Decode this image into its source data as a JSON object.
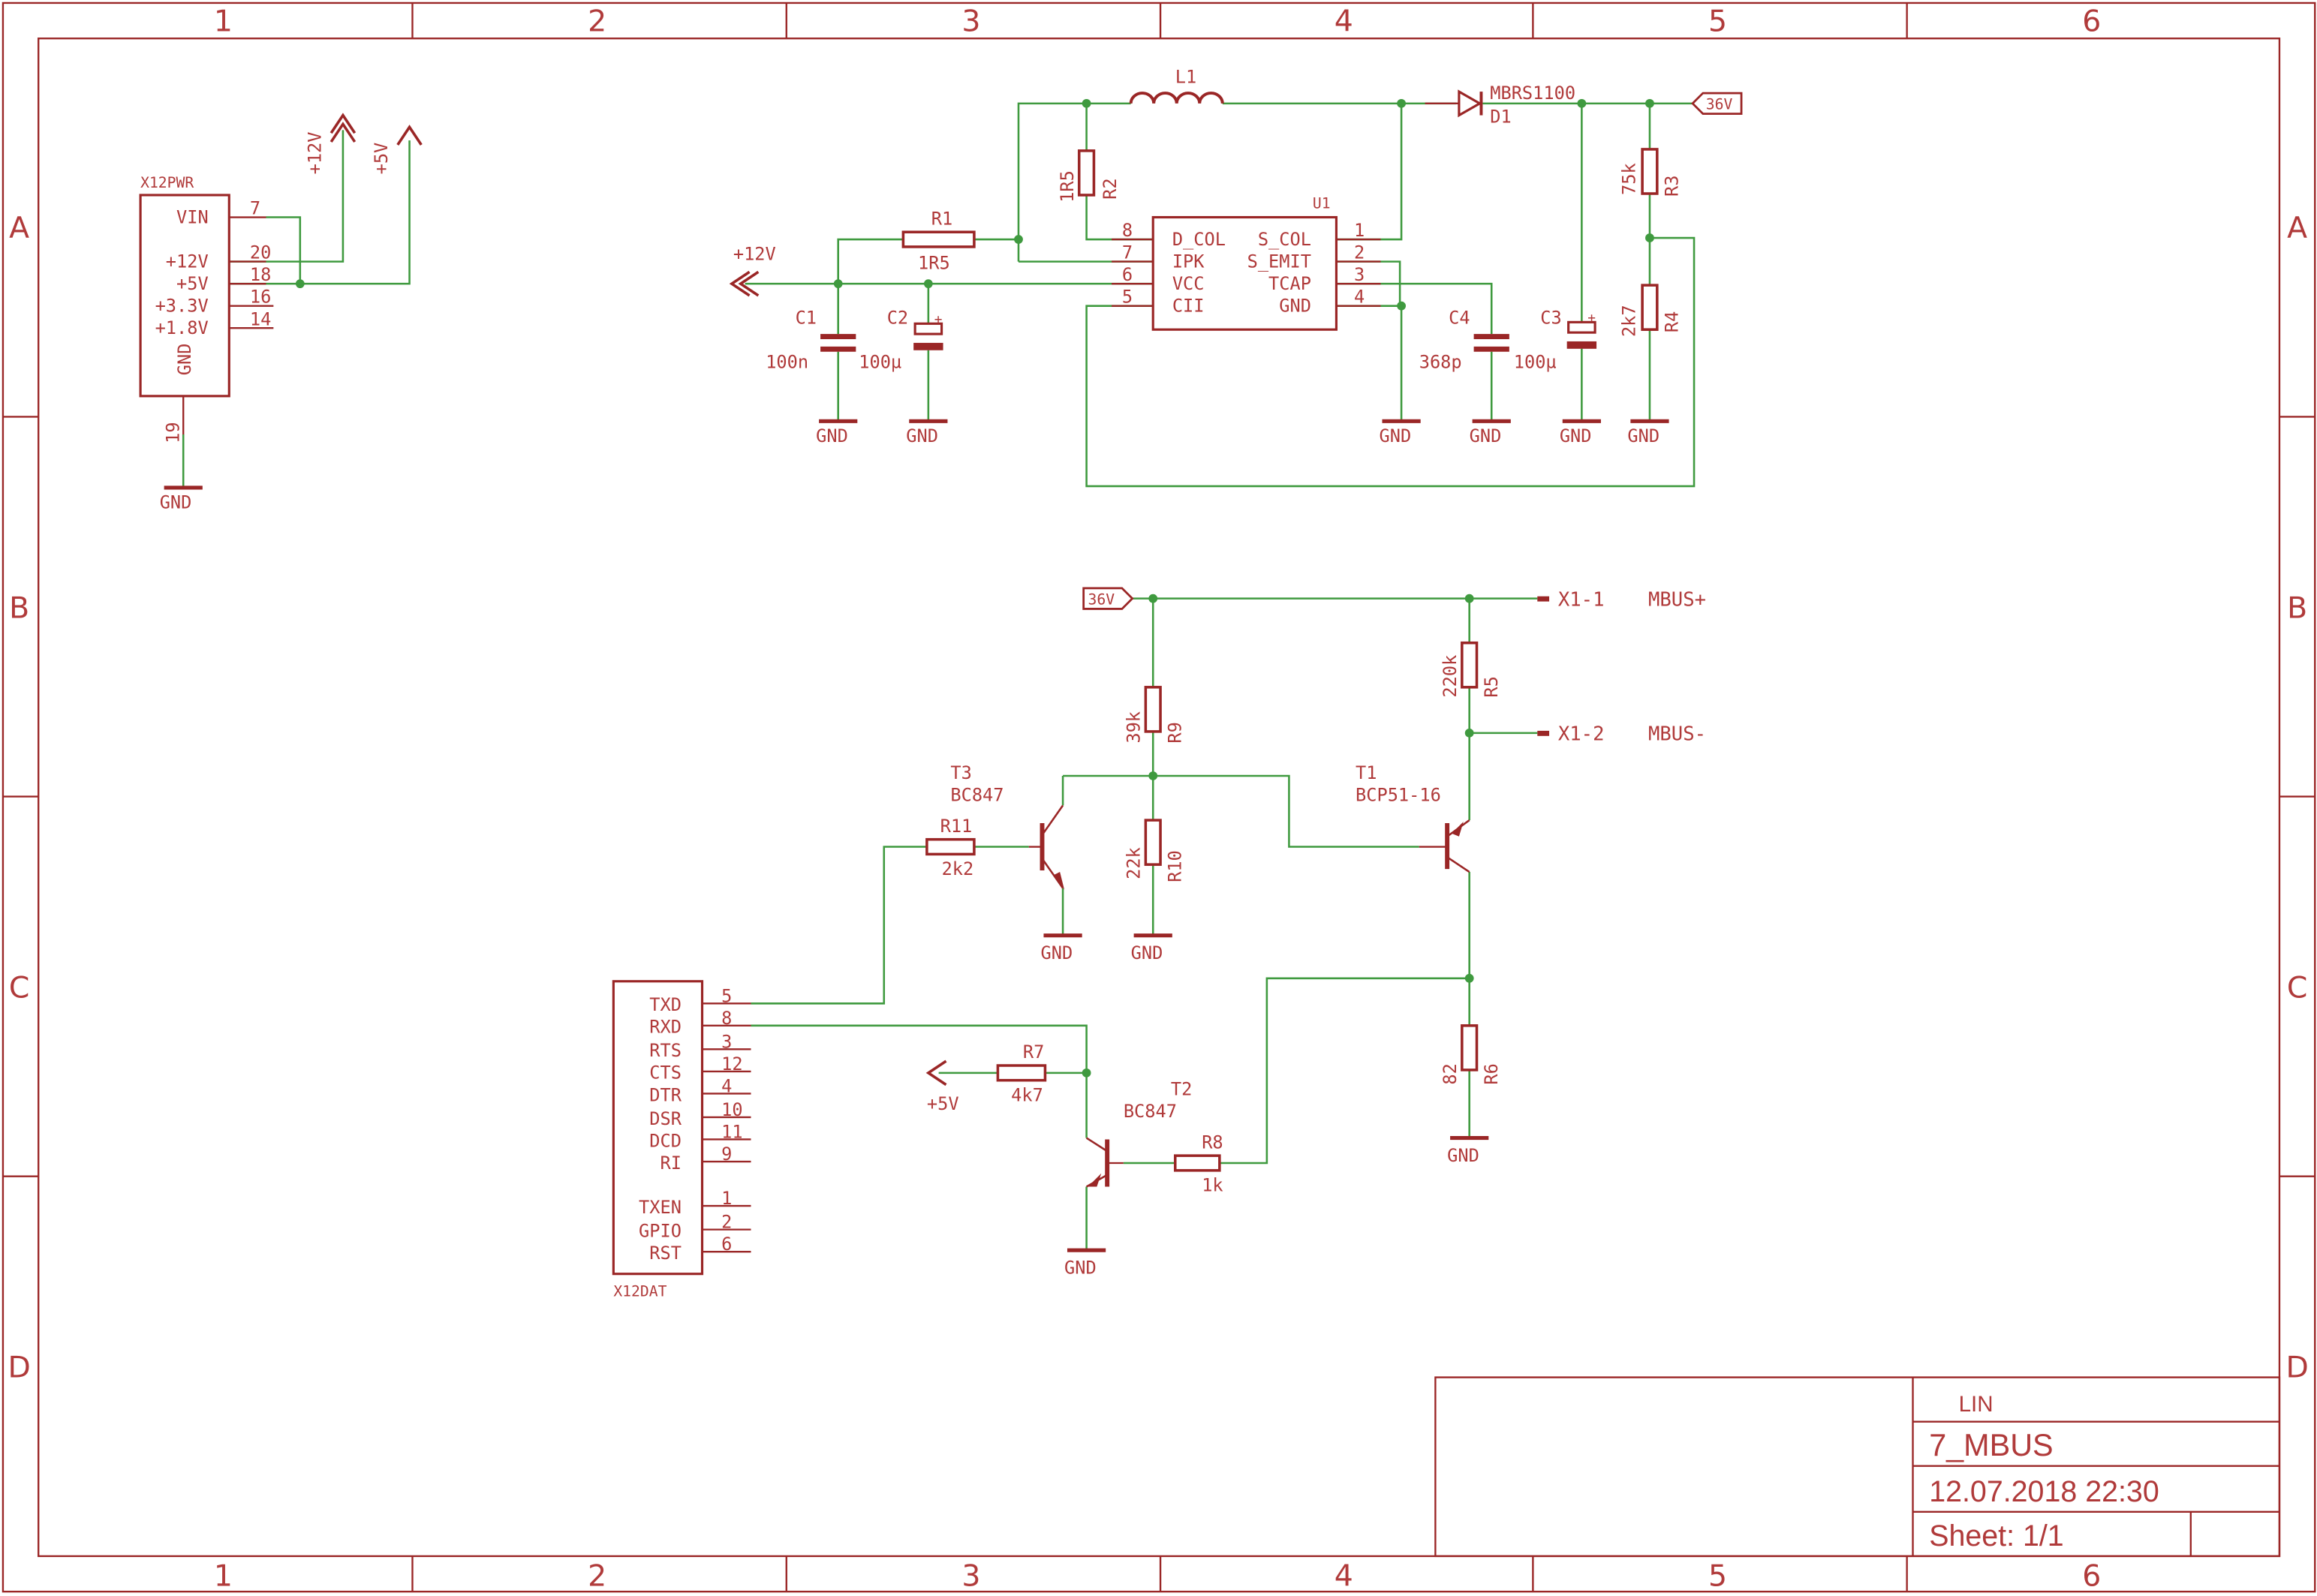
{
  "colors": {
    "symbol": "#9a2626",
    "text": "#b03a3a",
    "wire": "#3f9a3f",
    "junction": "#3f9a3f",
    "background": "#ffffff"
  },
  "frame": {
    "columns": [
      "1",
      "2",
      "3",
      "4",
      "5",
      "6"
    ],
    "rows": [
      "A",
      "B",
      "C",
      "D"
    ]
  },
  "title_block": {
    "company": "LIN",
    "drawing": "7_MBUS",
    "datetime": "12.07.2018 22:30",
    "sheet": "Sheet: 1/1"
  },
  "x12pwr": {
    "name": "X12PWR",
    "pins": [
      {
        "label": "VIN",
        "num": "7"
      },
      {
        "label": "+12V",
        "num": "20"
      },
      {
        "label": "+5V",
        "num": "18"
      },
      {
        "label": "+3.3V",
        "num": "16"
      },
      {
        "label": "+1.8V",
        "num": "14"
      }
    ],
    "gnd_label": "GND",
    "gnd_pin": "19"
  },
  "x12dat": {
    "name": "X12DAT",
    "pins": [
      {
        "label": "TXD",
        "num": "5"
      },
      {
        "label": "RXD",
        "num": "8"
      },
      {
        "label": "RTS",
        "num": "3"
      },
      {
        "label": "CTS",
        "num": "12"
      },
      {
        "label": "DTR",
        "num": "4"
      },
      {
        "label": "DSR",
        "num": "10"
      },
      {
        "label": "DCD",
        "num": "11"
      },
      {
        "label": "RI",
        "num": "9"
      },
      {
        "label": "TXEN",
        "num": "1"
      },
      {
        "label": "GPIO",
        "num": "2"
      },
      {
        "label": "RST",
        "num": "6"
      }
    ]
  },
  "u1": {
    "name": "U1",
    "left_pins": [
      {
        "label": "D_COL",
        "num": "8"
      },
      {
        "label": "IPK",
        "num": "7"
      },
      {
        "label": "VCC",
        "num": "6"
      },
      {
        "label": "CII",
        "num": "5"
      }
    ],
    "right_pins": [
      {
        "label": "S_COL",
        "num": "1"
      },
      {
        "label": "S_EMIT",
        "num": "2"
      },
      {
        "label": "TCAP",
        "num": "3"
      },
      {
        "label": "GND",
        "num": "4"
      }
    ]
  },
  "power": {
    "p12v": "+12V",
    "p5v": "+5V",
    "v36": "36V",
    "gnd": "GND"
  },
  "components": {
    "L1": {
      "name": "L1"
    },
    "D1": {
      "name": "D1",
      "value": "MBRS1100"
    },
    "R1": {
      "name": "R1",
      "value": "1R5"
    },
    "R2": {
      "name": "R2",
      "value": "1R5"
    },
    "R3": {
      "name": "R3",
      "value": "75k"
    },
    "R4": {
      "name": "R4",
      "value": "2k7"
    },
    "R5": {
      "name": "R5",
      "value": "220k"
    },
    "R6": {
      "name": "R6",
      "value": "82"
    },
    "R7": {
      "name": "R7",
      "value": "4k7"
    },
    "R8": {
      "name": "R8",
      "value": "1k"
    },
    "R9": {
      "name": "R9",
      "value": "39k"
    },
    "R10": {
      "name": "R10",
      "value": "22k"
    },
    "R11": {
      "name": "R11",
      "value": "2k2"
    },
    "C1": {
      "name": "C1",
      "value": "100n"
    },
    "C2": {
      "name": "C2",
      "value": "100µ"
    },
    "C3": {
      "name": "C3",
      "value": "100µ"
    },
    "C4": {
      "name": "C4",
      "value": "368p"
    },
    "T1": {
      "name": "T1",
      "value": "BCP51-16"
    },
    "T2": {
      "name": "T2",
      "value": "BC847"
    },
    "T3": {
      "name": "T3",
      "value": "BC847"
    },
    "X1": {
      "pin1": "X1-1",
      "pin2": "X1-2",
      "net1": "MBUS+",
      "net2": "MBUS-"
    }
  }
}
